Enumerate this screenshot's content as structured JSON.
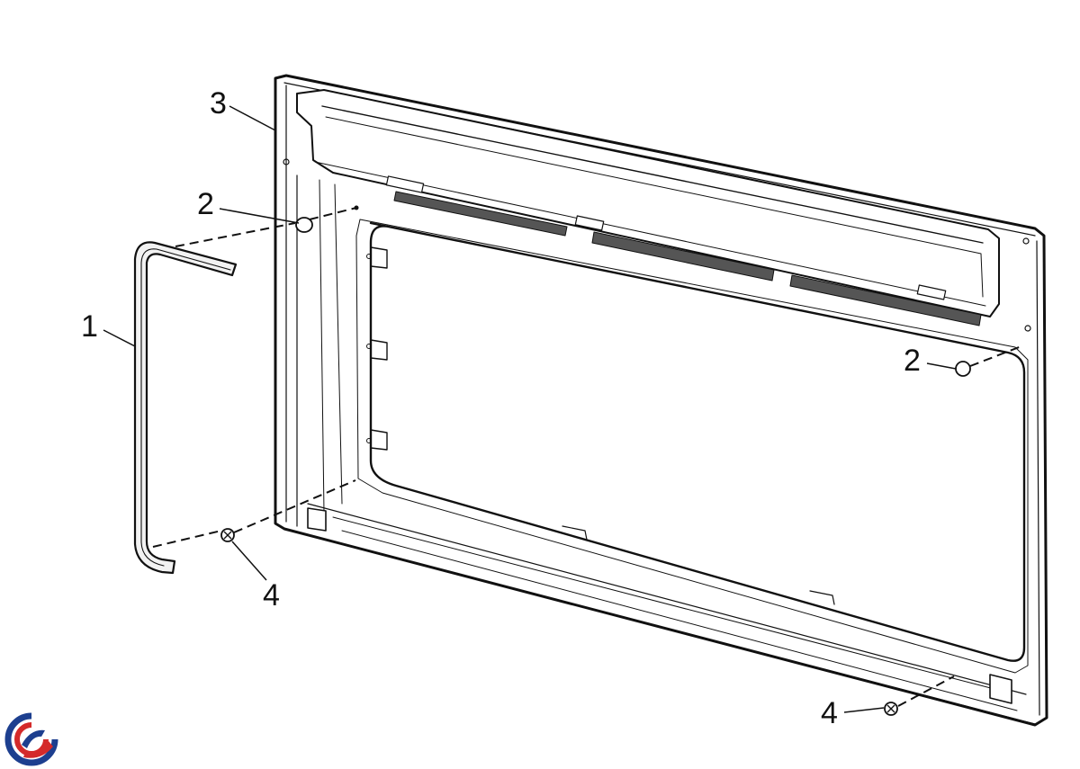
{
  "callouts": {
    "gasket": "1",
    "stud_upper_left": "2",
    "stud_right": "2",
    "door_frame": "3",
    "screw_left": "4",
    "screw_bottom_right": "4"
  },
  "colors": {
    "line": "#111111",
    "panel": "#ffffff",
    "gasket_fill": "#f2f2f2",
    "logo_blue": "#1d3f8f",
    "logo_red": "#d42a2a"
  },
  "icons": {
    "logo": "brand-logo-icon"
  }
}
